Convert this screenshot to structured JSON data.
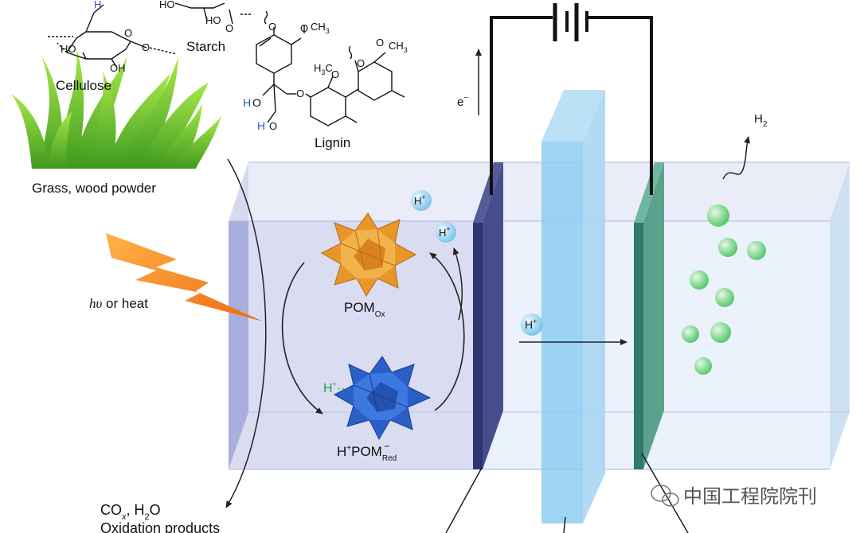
{
  "labels": {
    "cellulose": "Cellulose",
    "starch": "Starch",
    "lignin": "Lignin",
    "grass": "Grass, wood powder",
    "light_prefix": "hυ",
    "light_suffix": " or heat",
    "pom_ox_main": "POM",
    "pom_ox_sub": "Ox",
    "hpom_prefix": "H",
    "hpom_sup": "+",
    "hpom_main": "POM",
    "hpom_sub": "Red",
    "hpom_minus": "−",
    "h_ion": "H",
    "h_ion_sup": "+",
    "h_dots": "H",
    "h_dots_sup": "+",
    "h_dots_tail": "···",
    "electron": "e",
    "electron_sup": "−",
    "h2_main": "H",
    "h2_sub": "2",
    "co_main": "CO",
    "co_sub": "x",
    "co_sep": ", H",
    "co_sub2": "2",
    "co_tail": "O",
    "oxidation": "Oxidation products",
    "watermark": "中国工程院院刊"
  },
  "chem": {
    "oh": "OH",
    "ho": "HO",
    "h_blue": "H",
    "o": "O",
    "och3": "CH",
    "sub3": "3",
    "h3c": "H",
    "h3c_tail": "C"
  },
  "colors": {
    "tank_front": "#cfd4ee",
    "tank_left": "#9aa0d6",
    "tank_right": "#d6e8f6",
    "membrane": "#8ecdf0",
    "anode": "#2e3470",
    "cathode": "#2f7a68",
    "lightning": "#f2741c",
    "pom_ox": "#e8962a",
    "pom_red": "#2a5fc8",
    "bubble": "#7fd88c",
    "ion": "#9fd7f3",
    "h_plus_green": "#1aa34a",
    "oh_blue": "#2b56c9"
  }
}
